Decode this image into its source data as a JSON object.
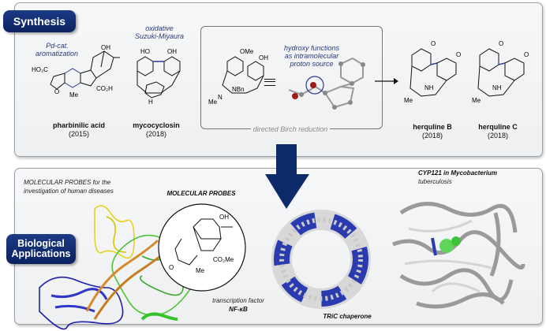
{
  "synthesis": {
    "badge": "Synthesis",
    "pd_note": [
      "Pd-cat.",
      "aromatization"
    ],
    "suzuki_note": [
      "oxidative",
      "Suzuki-Miyaura"
    ],
    "hydroxy_note": [
      "hydroxy functions",
      "as intramolecular",
      "proton source"
    ],
    "birch_label": "directed Birch reduction",
    "compounds": [
      {
        "name": "pharbinilic acid",
        "year": "(2015)"
      },
      {
        "name": "mycocyclosin",
        "year": "(2018)"
      },
      {
        "name": "herquline B",
        "year": "(2018)"
      },
      {
        "name": "herquline C",
        "year": "(2018)"
      }
    ]
  },
  "applications": {
    "badge": [
      "Biological",
      "Applications"
    ],
    "probes_note": [
      "MOLECULAR PROBES for the",
      "investigation of human diseases"
    ],
    "probes_title": "MOLECULAR PROBES",
    "nfkb": [
      "transcription factor",
      "NF-κB"
    ],
    "tric": "TRiC chaperone",
    "cyp": [
      "CYP121 in Mycobacterium",
      "tuberculosis"
    ]
  },
  "colors": {
    "navy": "#0d2a6b",
    "highlight": "#2c3b8f"
  }
}
